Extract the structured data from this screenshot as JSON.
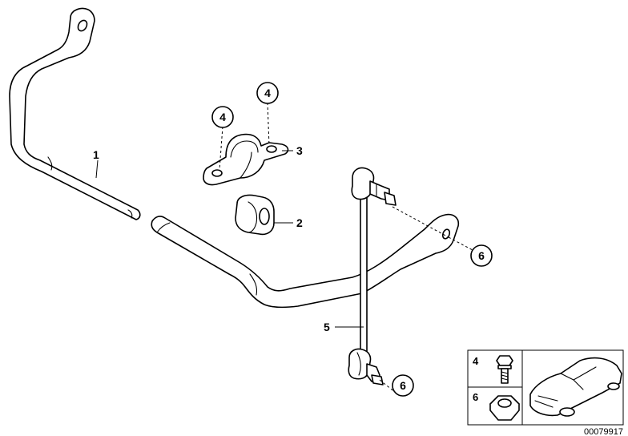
{
  "callouts": {
    "c1": "1",
    "c2": "2",
    "c3": "3",
    "c4a": "4",
    "c4b": "4",
    "c5": "5",
    "c6a": "6",
    "c6b": "6"
  },
  "reference_box": {
    "top_label": "4",
    "bottom_label": "6"
  },
  "document_number": "00079917"
}
